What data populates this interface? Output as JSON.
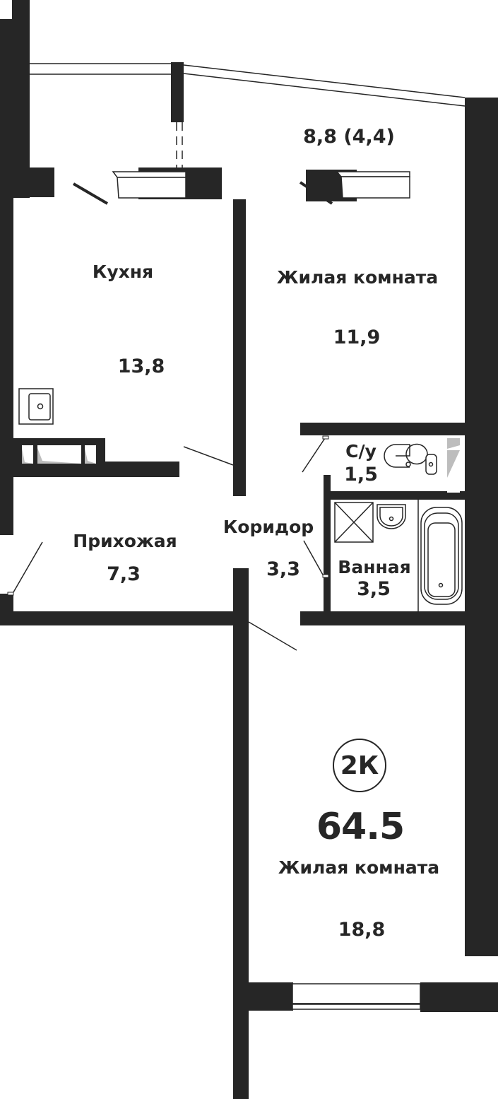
{
  "apartment": {
    "type_badge": "2К",
    "total_area": "64.5"
  },
  "rooms": {
    "balcony": {
      "area": "8,8 (4,4)"
    },
    "kitchen": {
      "name": "Кухня",
      "area": "13,8"
    },
    "living_room_1": {
      "name": "Жилая комната",
      "area": "11,9"
    },
    "toilet": {
      "name": "С/у",
      "area": "1,5"
    },
    "bathroom": {
      "name": "Ванная",
      "area": "3,5"
    },
    "corridor": {
      "name": "Коридор",
      "area": "3,3"
    },
    "hallway": {
      "name": "Прихожая",
      "area": "7,3"
    },
    "living_room_2": {
      "name": "Жилая комната",
      "area": "18,8"
    }
  },
  "colors": {
    "wall": "#262626",
    "fixture_fill": "#bdbdbd",
    "background": "#ffffff"
  }
}
